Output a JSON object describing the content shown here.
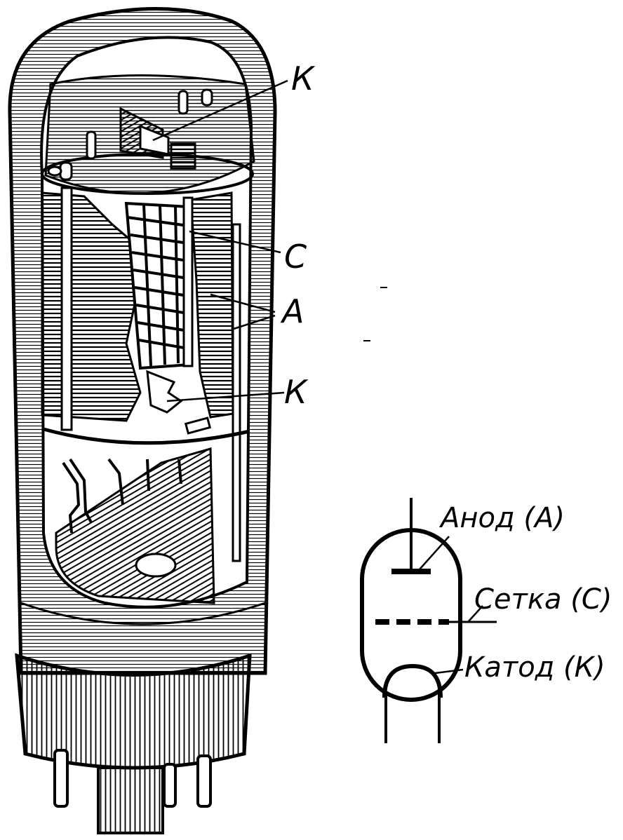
{
  "illustration": {
    "callouts": {
      "cathode_top": "К",
      "grid": "С",
      "anode": "А",
      "cathode_bottom": "К"
    }
  },
  "schematic": {
    "anode_label": "Анод (А)",
    "grid_label": "Сетка (С)",
    "cathode_label": "Катод (К)"
  }
}
